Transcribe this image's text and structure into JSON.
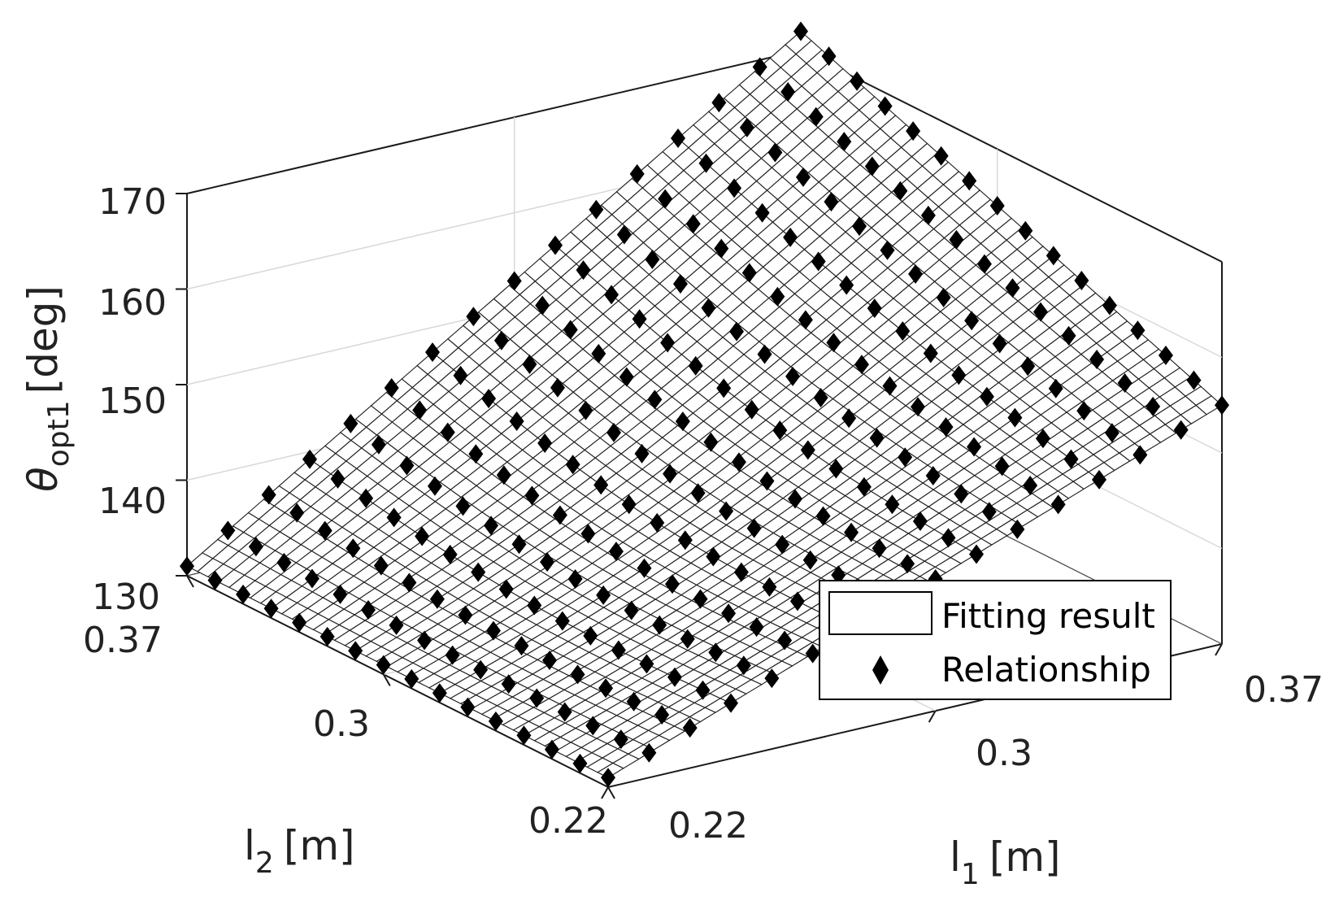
{
  "chart_data": {
    "type": "surface",
    "x": {
      "label": "l",
      "label_sub": "1",
      "label_unit": "[m]",
      "lim": [
        0.22,
        0.37
      ],
      "ticks": [
        "0.22",
        "0.3",
        "0.37"
      ]
    },
    "y": {
      "label": "l",
      "label_sub": "2",
      "label_unit": "[m]",
      "lim": [
        0.22,
        0.37
      ],
      "ticks": [
        "0.22",
        "0.3",
        "0.37"
      ]
    },
    "z": {
      "label": "θ",
      "label_sub": "opt1",
      "label_unit": "[deg]",
      "lim": [
        130,
        170
      ],
      "ticks": [
        "130",
        "140",
        "150",
        "160",
        "170"
      ]
    },
    "grid": true,
    "legend_position": "bottom-right",
    "series": [
      {
        "name": "Fitting result",
        "kind": "mesh-surface",
        "corners": [
          {
            "l1": 0.22,
            "l2": 0.22,
            "theta": 131
          },
          {
            "l1": 0.37,
            "l2": 0.22,
            "theta": 155
          },
          {
            "l1": 0.22,
            "l2": 0.37,
            "theta": 131
          },
          {
            "l1": 0.37,
            "l2": 0.37,
            "theta": 172
          }
        ]
      },
      {
        "name": "Relationship",
        "kind": "markers",
        "marker": "diamond",
        "grid_n": 16
      }
    ]
  }
}
